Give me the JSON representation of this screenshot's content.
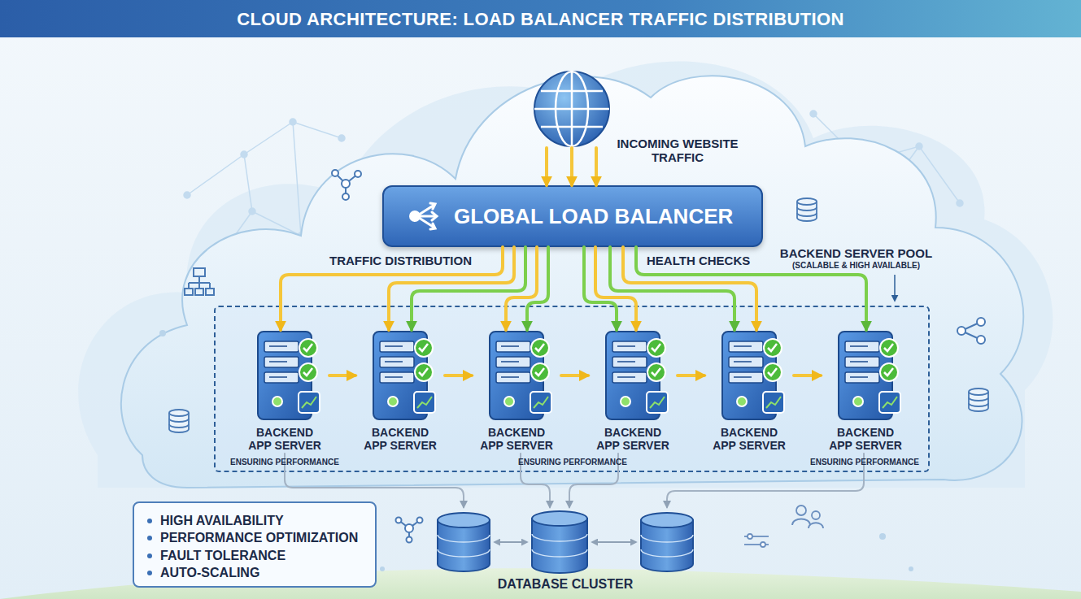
{
  "diagram": {
    "title": "CLOUD ARCHITECTURE: LOAD BALANCER TRAFFIC DISTRIBUTION",
    "nodes": [
      {
        "text": [
          "INCOMING WEBSITE TRAFFIC"
        ]
      },
      {
        "text": [
          "GLOBAL LOAD BALANCER"
        ]
      },
      {
        "text": [
          "BACKEND SERVER POOL",
          "(SCALABLE & HIGH AVAILABLE)"
        ]
      },
      {
        "text": [
          "BACKEND APP SERVER"
        ],
        "in": 2
      },
      {
        "text": [
          "BACKEND APP SERVER"
        ],
        "in": 2
      },
      {
        "text": [
          "BACKEND APP SERVER"
        ],
        "in": 2
      },
      {
        "text": [
          "BACKEND APP SERVER"
        ],
        "in": 2
      },
      {
        "text": [
          "BACKEND APP SERVER"
        ],
        "in": 2
      },
      {
        "text": [
          "BACKEND APP SERVER"
        ],
        "in": 2
      },
      {
        "text": [
          "HIGH AVAILABILITY",
          "PERFORMANCE OPTIMIZATION",
          "FAULT TOLERANCE",
          "AUTO-SCALING"
        ]
      },
      {
        "text": [
          "DATABASE CLUSTER"
        ]
      }
    ],
    "edges": [
      {
        "from": 0,
        "to": 1,
        "arrow": "to"
      },
      {
        "from": 0,
        "to": 1,
        "arrow": "to"
      },
      {
        "from": 0,
        "to": 1,
        "arrow": "to"
      },
      {
        "from": 1,
        "to": 3,
        "arrow": "to"
      },
      {
        "from": 1,
        "to": 4,
        "arrow": "to"
      },
      {
        "from": 1,
        "to": 4,
        "arrow": "to"
      },
      {
        "from": 1,
        "to": 5,
        "arrow": "to"
      },
      {
        "from": 1,
        "to": 5,
        "arrow": "to"
      },
      {
        "from": 1,
        "to": 6,
        "arrow": "to"
      },
      {
        "from": 1,
        "to": 6,
        "arrow": "to"
      },
      {
        "from": 1,
        "to": 7,
        "arrow": "to"
      },
      {
        "from": 1,
        "to": 7,
        "arrow": "to"
      },
      {
        "from": 1,
        "to": 8,
        "arrow": "to"
      },
      {
        "from": 3,
        "to": 4,
        "arrow": "to"
      },
      {
        "from": 4,
        "to": 5,
        "arrow": "to"
      },
      {
        "from": 5,
        "to": 6,
        "arrow": "to"
      },
      {
        "from": 6,
        "to": 7,
        "arrow": "to"
      },
      {
        "from": 7,
        "to": 8,
        "arrow": "to"
      },
      {
        "from": 3,
        "to": 10,
        "arrow": "to"
      },
      {
        "from": 5,
        "to": 10,
        "arrow": "to"
      },
      {
        "from": 6,
        "to": 10,
        "arrow": "to"
      },
      {
        "from": 8,
        "to": 10,
        "arrow": "to"
      }
    ],
    "labels": [
      "TRAFFIC DISTRIBUTION",
      "HEALTH CHECKS",
      "ENSURING PERFORMANCE",
      "ENSURING PERFORMANCE",
      "ENSURING PERFORMANCE"
    ]
  }
}
